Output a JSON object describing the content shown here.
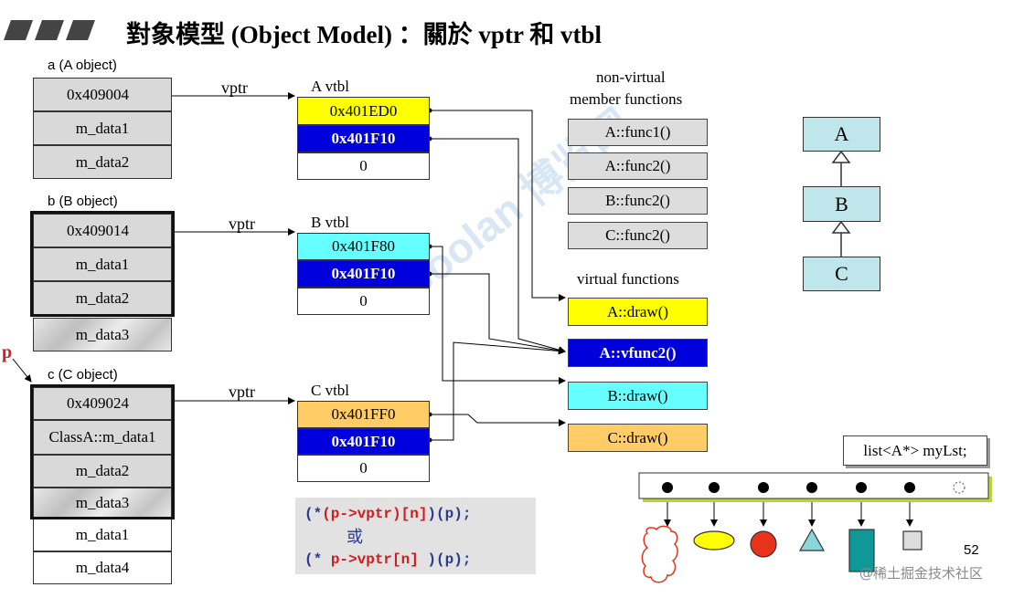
{
  "title": "對象模型 (Object Model) ：關於 vptr 和 vtbl",
  "objects": {
    "a": {
      "label": "a (A object)",
      "cells": [
        "0x409004",
        "m_data1",
        "m_data2"
      ]
    },
    "b": {
      "label": "b (B object)",
      "cells": [
        "0x409014",
        "m_data1",
        "m_data2",
        "m_data3"
      ]
    },
    "c": {
      "label": "c (C object)",
      "cells": [
        "0x409024",
        "ClassA::m_data1",
        "m_data2",
        "m_data3",
        "m_data1",
        "m_data4"
      ]
    }
  },
  "vptr_label": "vptr",
  "pointer_label": "p",
  "vtables": {
    "a": {
      "label": "A vtbl",
      "entries": [
        "0x401ED0",
        "0x401F10",
        "0"
      ]
    },
    "b": {
      "label": "B vtbl",
      "entries": [
        "0x401F80",
        "0x401F10",
        "0"
      ]
    },
    "c": {
      "label": "C vtbl",
      "entries": [
        "0x401FF0",
        "0x401F10",
        "0"
      ]
    }
  },
  "nonvirtual": {
    "heading_line1": "non-virtual",
    "heading_line2": "member functions",
    "items": [
      "A::func1()",
      "A::func2()",
      "B::func2()",
      "C::func2()"
    ]
  },
  "virtual": {
    "heading": "virtual functions",
    "items": [
      "A::draw()",
      "A::vfunc2()",
      "B::draw()",
      "C::draw()"
    ]
  },
  "hierarchy": [
    "A",
    "B",
    "C"
  ],
  "code": {
    "line1_a": "(*",
    "line1_b": "(p->vptr)[n]",
    "line1_c": ")(p);",
    "line2": "或",
    "line3_a": "(* ",
    "line3_b": "p->vptr[n]",
    "line3_c": " )(p);"
  },
  "list_label": "list<A*> myLst;",
  "page_number": "52",
  "credit": "@稀土掘金技术社区",
  "watermark": "Boolan 博览网",
  "colors": {
    "yellow": "#ffff00",
    "blue": "#0000dd",
    "cyan": "#66ffff",
    "orange": "#ffcc66",
    "hierarchy_fill": "#bfe6ea",
    "code_red": "#d61a1a",
    "code_blue": "#2b3a8f"
  }
}
